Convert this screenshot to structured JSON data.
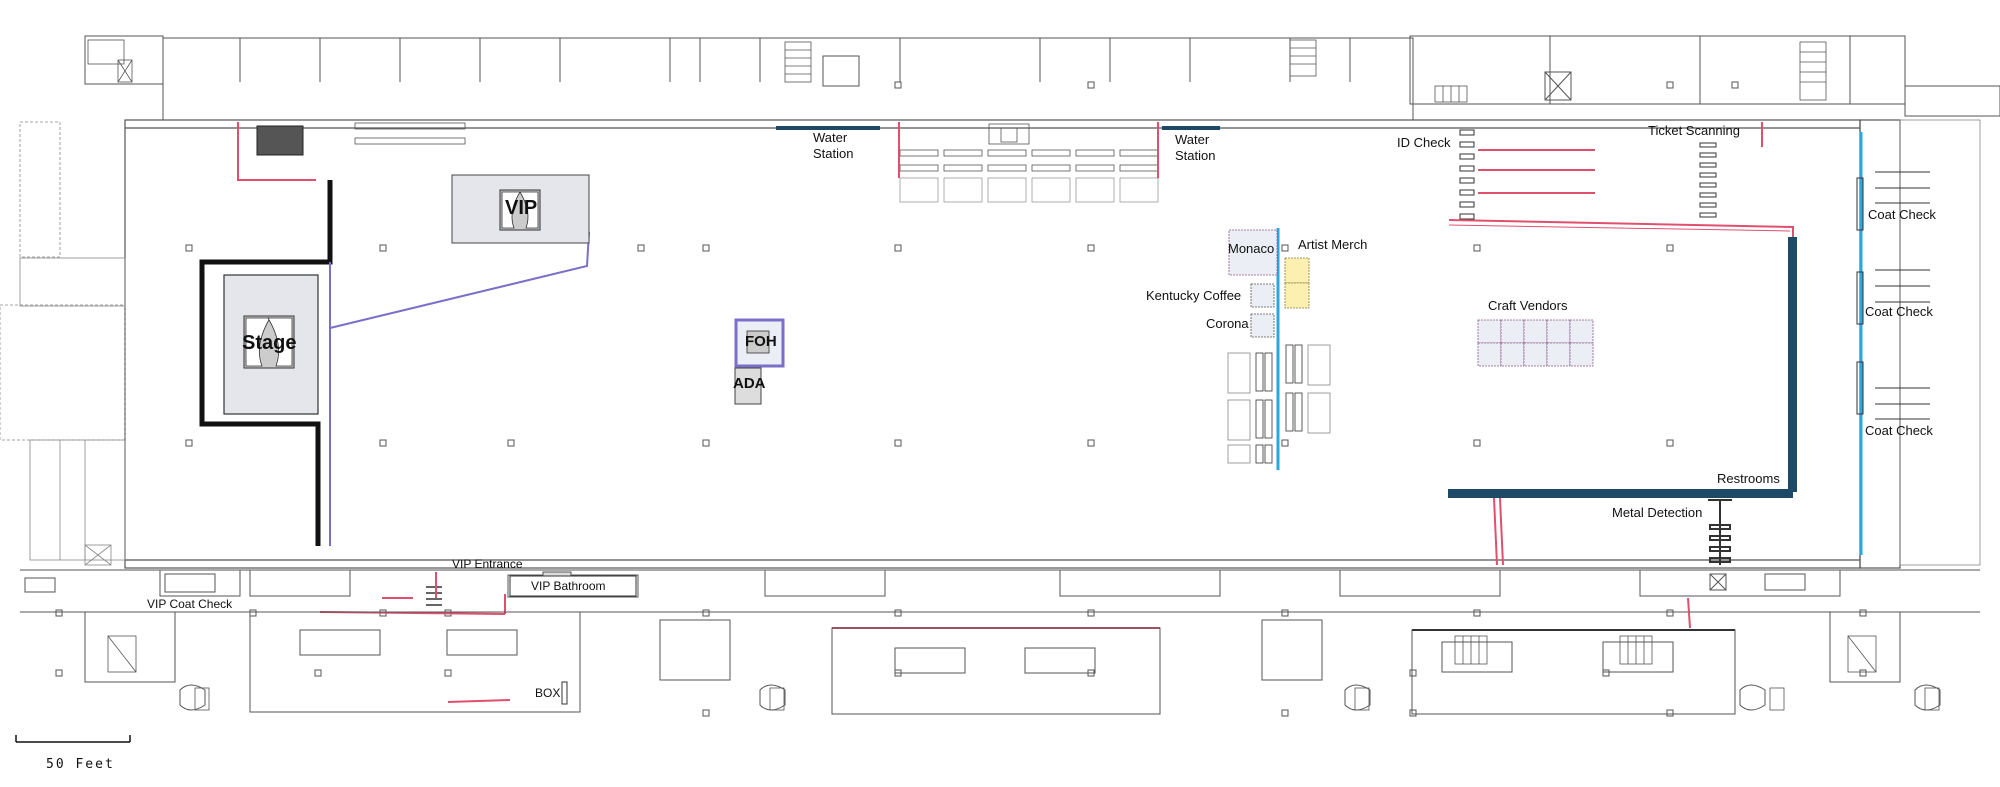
{
  "labels": {
    "stage": "Stage",
    "vip": "VIP",
    "foh": "FOH",
    "ada": "ADA",
    "water_station_1": [
      "Water",
      "Station"
    ],
    "water_station_2": [
      "Water",
      "Station"
    ],
    "id_check": "ID Check",
    "ticket_scanning": "Ticket Scanning",
    "monaco": "Monaco",
    "artist_merch": "Artist Merch",
    "kentucky_coffee": "Kentucky Coffee",
    "corona": "Corona",
    "craft_vendors": "Craft Vendors",
    "coat_check_1": "Coat Check",
    "coat_check_2": "Coat Check",
    "coat_check_3": "Coat Check",
    "restrooms": "Restrooms",
    "metal_detection": "Metal Detection",
    "vip_entrance": "VIP Entrance",
    "vip_bathroom": "VIP Bathroom",
    "vip_coat_check": "VIP Coat Check",
    "box": "BOX",
    "scale": "50 Feet"
  },
  "colors": {
    "wall": "#555555",
    "barrier_red": "#e0506e",
    "barrier_blue": "#2aa7e0",
    "dark_teal": "#1d4a66",
    "purple": "#7a6fc9",
    "stage_wall": "#111111",
    "merch_yellow": "#fbf0b0",
    "vendor_fill": "#eceef5"
  },
  "icons": [
    "curtain-icon",
    "elevator-icon",
    "stairs-icon"
  ]
}
